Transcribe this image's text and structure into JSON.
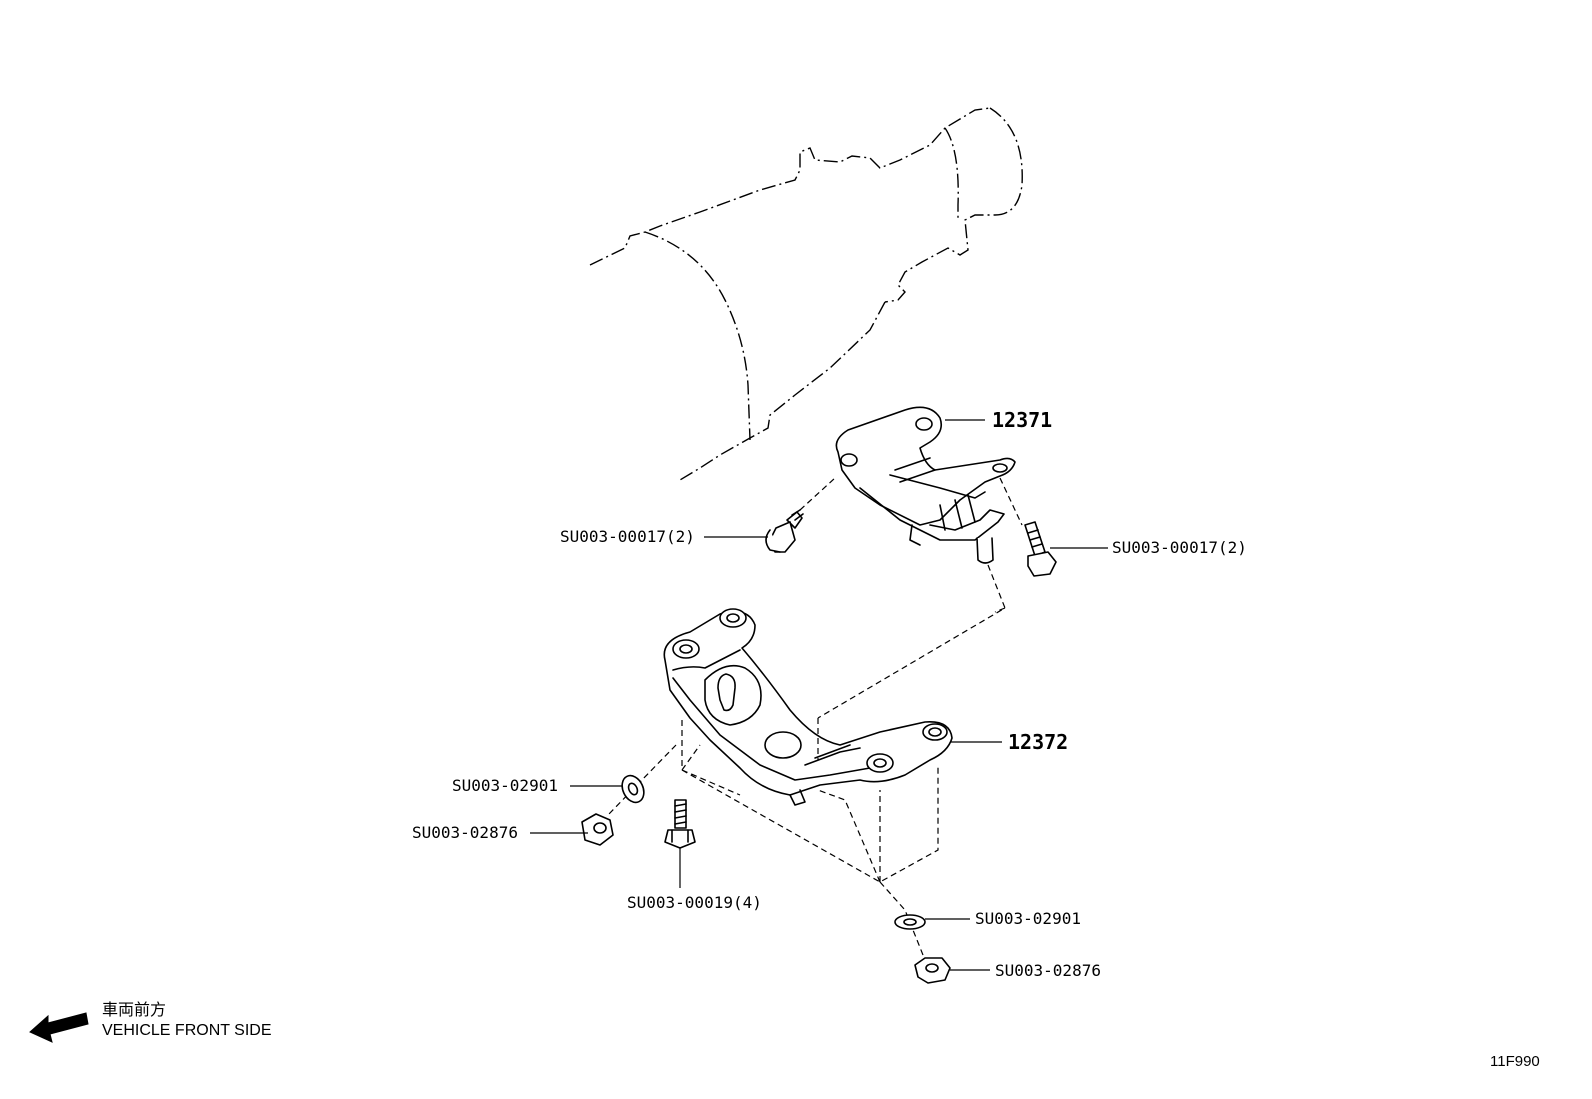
{
  "diagram": {
    "parts": {
      "upper_mount": "12371",
      "lower_bracket": "12372"
    },
    "fasteners": {
      "bolt_upper_left": "SU003-00017(2)",
      "bolt_upper_right": "SU003-00017(2)",
      "washer_left": "SU003-02901",
      "nut_left": "SU003-02876",
      "bolt_lower": "SU003-00019(4)",
      "washer_right": "SU003-02901",
      "nut_right": "SU003-02876"
    },
    "direction": {
      "japanese": "車両前方",
      "english": "VEHICLE FRONT SIDE"
    },
    "figure_code": "11F990"
  }
}
